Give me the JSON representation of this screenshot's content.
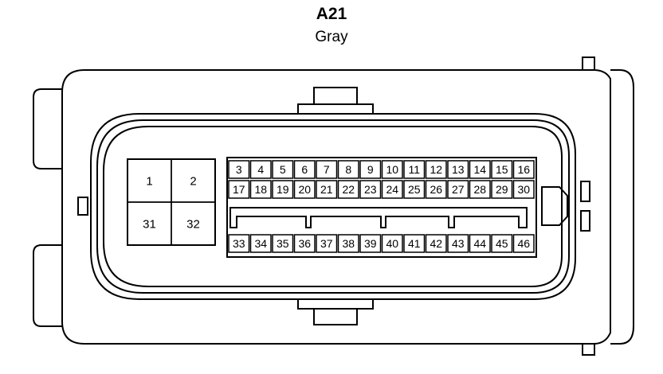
{
  "connector": {
    "id": "A21",
    "color": "Gray",
    "large_terminals": [
      "1",
      "2",
      "31",
      "32"
    ],
    "row1": [
      "3",
      "4",
      "5",
      "6",
      "7",
      "8",
      "9",
      "10",
      "11",
      "12",
      "13",
      "14",
      "15",
      "16"
    ],
    "row2": [
      "17",
      "18",
      "19",
      "20",
      "21",
      "22",
      "23",
      "24",
      "25",
      "26",
      "27",
      "28",
      "29",
      "30"
    ],
    "row3": [
      "33",
      "34",
      "35",
      "36",
      "37",
      "38",
      "39",
      "40",
      "41",
      "42",
      "43",
      "44",
      "45",
      "46"
    ]
  }
}
